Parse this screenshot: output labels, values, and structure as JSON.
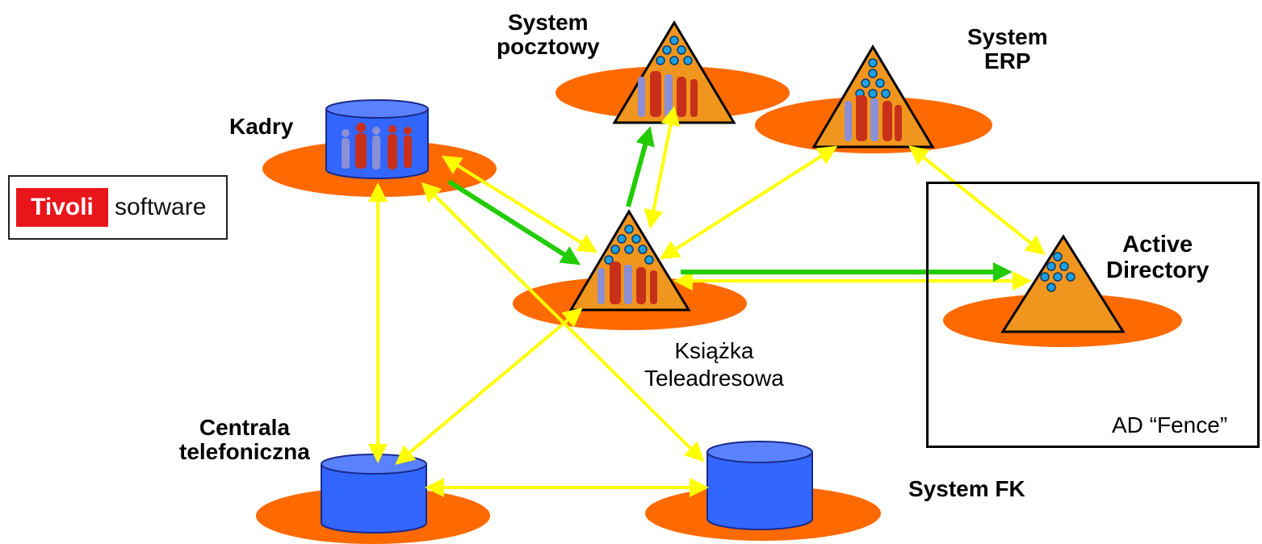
{
  "labels": {
    "kadry": "Kadry",
    "system_pocztowy": "System\npocztowy",
    "system_erp": "System\nERP",
    "active_directory": "Active\nDirectory",
    "ksiazka": "Książka\nTeleadresowa",
    "centrala": "Centrala\ntelefoniczna",
    "system_fk": "System FK",
    "ad_fence": "AD “Fence”"
  },
  "logo": {
    "brand": "Tivoli",
    "product": "software"
  },
  "colors": {
    "disc": "#ff6a00",
    "cylinder": "#3366ff",
    "pyramid": "#f0961e",
    "node": "#1fa0e0",
    "sync_arrow": "#ffff00",
    "primary_arrow": "#22cc00"
  }
}
